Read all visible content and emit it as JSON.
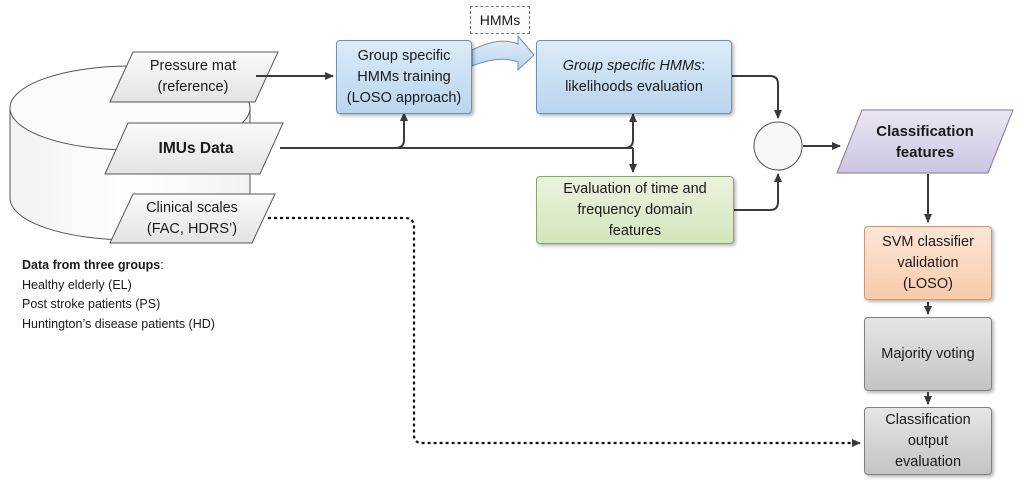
{
  "nodes": {
    "pressure_mat": [
      "Pressure mat",
      "(reference)"
    ],
    "imus": "IMUs Data",
    "clinical": [
      "Clinical scales",
      "(FAC, HDRS’)"
    ],
    "hmms_tag": "HMMs",
    "hmm_training": [
      "Group specific",
      "HMMs training",
      "(LOSO approach)"
    ],
    "hmm_eval_italic": "Group specific HMMs",
    "hmm_eval_rest": ":",
    "hmm_eval_line2": "likelihoods evaluation",
    "time_freq": [
      "Evaluation of time and",
      "frequency domain",
      "features"
    ],
    "class_features": [
      "Classification",
      "features"
    ],
    "svm": [
      "SVM classifier",
      "validation",
      "(LOSO)"
    ],
    "majority": "Majority voting",
    "output": [
      "Classification",
      "output",
      "evaluation"
    ]
  },
  "groups": {
    "heading": "Data from three groups",
    "heading_suffix": ":",
    "items": [
      "Healthy elderly (EL)",
      "Post stroke patients (PS)",
      "Huntington’s disease patients (HD)"
    ]
  },
  "colors": {
    "blue": "#c9e0f3",
    "green": "#dfecce",
    "purple": "#dcd6ea",
    "orange": "#fbd8c0",
    "grey": "#d4d4d4",
    "line": "#3a3a3a"
  }
}
